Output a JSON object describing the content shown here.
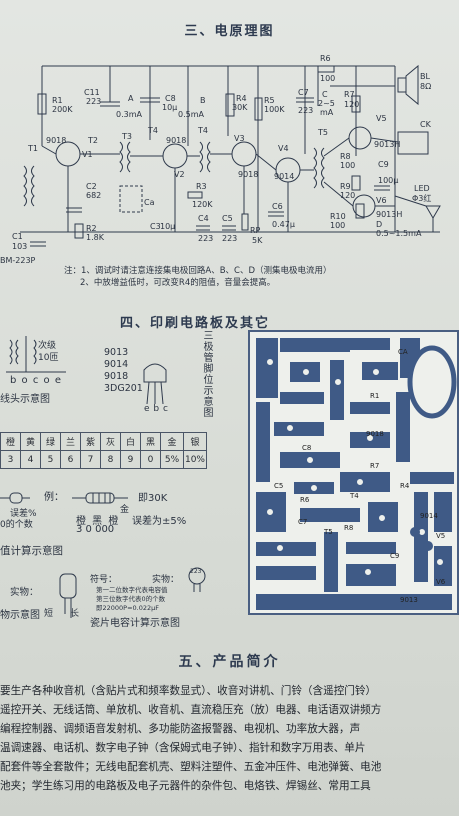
{
  "sections": {
    "schematic_title": "三、电原理图",
    "pcb_title": "四、印刷电路板及其它",
    "intro_title": "五、产品简介"
  },
  "schematic": {
    "labels": {
      "r1": "R1",
      "r1v": "200K",
      "c11": "C11",
      "c11v": "223",
      "a": "A",
      "a_i": "0.3mA",
      "c8": "C8",
      "c8v": "10μ",
      "b": "B",
      "b_i": "0.5mA",
      "r4": "R4",
      "r4v": "30K",
      "r5": "R5",
      "r5v": "100K",
      "c7": "C7",
      "c7v": "223",
      "c": "C",
      "c_i": "2~5",
      "c_u": "mA",
      "r6": "R6",
      "r6v": "100",
      "r7": "R7",
      "r7v": "120",
      "bl": "BL",
      "blv": "8Ω",
      "ck": "CK",
      "t1": "T1",
      "q9018": "9018",
      "t2": "T2",
      "v1": "V1",
      "t3": "T3",
      "t4": "T4",
      "t4b": "T4",
      "v2": "V2",
      "v3": "V3",
      "v3n": "9018",
      "v4": "V4",
      "v4n": "9014",
      "t5": "T5",
      "v5": "V5",
      "v5n": "9013H",
      "r8": "R8",
      "r8v": "100",
      "c9": "C9",
      "c9v": "100μ",
      "r9": "R9",
      "r9v": "120",
      "led": "LED",
      "ledv": "Φ3红",
      "v6": "V6",
      "v6n": "9013H",
      "r10": "R10",
      "r10v": "100",
      "d": "D",
      "d_i": "0.5~1.5mA",
      "c2": "C2",
      "c2v": "682",
      "r2": "R2",
      "r2v": "1.8K",
      "c1": "C1",
      "c1v": "103",
      "ca": "Ca",
      "r3": "R3",
      "r3v": "120K",
      "c3": "C3",
      "c3v": "10μ",
      "c4": "C4",
      "c4v": "223",
      "c5": "C5",
      "c5v": "223",
      "c6": "C6",
      "c6v": "0.47μ",
      "rp": "RP",
      "rpv": "5K",
      "model": "BM-223P"
    },
    "notes": [
      "注：1、调试时请注意连接集电极回路A、B、C、D（测集电极电流用）",
      "2、中放增益低时，可改变R4的阻值，音量会提高。"
    ]
  },
  "coil": {
    "label": "次级",
    "turns": "10匝",
    "pins": [
      "b",
      "o",
      "c",
      "o",
      "e"
    ],
    "caption": "线头示意图"
  },
  "transistor": {
    "models": [
      "9013",
      "9014",
      "9018",
      "3DG201"
    ],
    "pin_caption": "三极管脚位示意图",
    "pins": [
      "e",
      "b",
      "c"
    ]
  },
  "color_code": {
    "names": [
      "橙",
      "黄",
      "绿",
      "兰",
      "紫",
      "灰",
      "白",
      "黑",
      "金",
      "银"
    ],
    "values": [
      "3",
      "4",
      "5",
      "6",
      "7",
      "8",
      "9",
      "0",
      "5%",
      "10%"
    ]
  },
  "resistor_example": {
    "example": "例：",
    "error_left": "误差%",
    "zero_count": "0的个数",
    "colors": "橙 黑 橙",
    "digits": "3  0 000",
    "gold": "金",
    "result": "即30K",
    "error": "误差为±5%",
    "caption": "值计算示意图"
  },
  "capacitor": {
    "symbol": "符号：",
    "actual": "实物：",
    "actual2": "实物：",
    "desc1": "第一二位数字代表电容值",
    "desc2": "第三位数字代表0的个数",
    "desc3": "即22000P=0.022μF",
    "code": "223",
    "short": "短",
    "long": "长",
    "caption_left": "物示意图",
    "caption_right": "瓷片电容计算示意图"
  },
  "pcb": {
    "labels": [
      "CA",
      "R6",
      "C8",
      "C5",
      "R1",
      "R7",
      "R8",
      "C7",
      "T5",
      "9018",
      "9013",
      "9014",
      "V6",
      "V5",
      "C9",
      "T4",
      "R4"
    ]
  },
  "intro": {
    "paragraphs": [
      "要生产各种收音机（含贴片式和频率数显式）、收音对讲机、门铃（含遥控门铃）",
      "遥控开关、无线话筒、单放机、收音机、直流稳压充（放）电器、电话语双讲频方",
      "编程控制器、调频语音发射机、多功能防盗报警器、电视机、功率放大器，声",
      "温调速器、电话机、数字电子钟（含保姆式电子钟）、指针和数字万用表、单片",
      "配套件等全套散件；无线电配套机壳、塑料注塑件、五金冲压件、电池弹簧、电池",
      "池夹；学生练习用的电路板及电子元器件的杂件包、电烙铁、焊锡丝、常用工具"
    ]
  }
}
